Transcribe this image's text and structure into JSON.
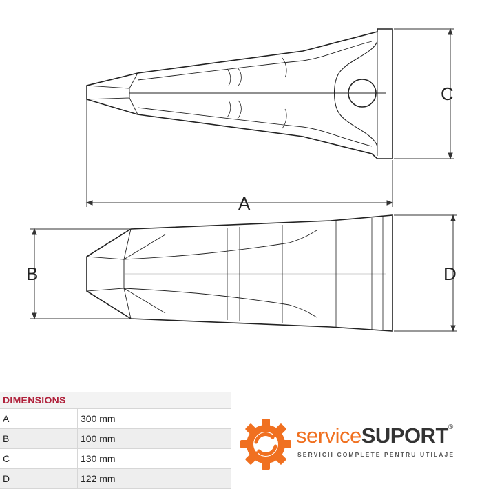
{
  "dimension_labels": {
    "a": "A",
    "b": "B",
    "c": "C",
    "d": "D"
  },
  "table": {
    "header": "DIMENSIONS",
    "rows": [
      {
        "key": "A",
        "value": "300 mm"
      },
      {
        "key": "B",
        "value": "100 mm"
      },
      {
        "key": "C",
        "value": "130 mm"
      },
      {
        "key": "D",
        "value": "122 mm"
      }
    ]
  },
  "logo": {
    "brand_part1": "service",
    "brand_part2": "SUPORT",
    "registered": "®",
    "tagline": "SERVICII COMPLETE PENTRU UTILAJE",
    "icon": "gear-wrench-icon"
  },
  "colors": {
    "table_header": "#b0203a",
    "logo_orange": "#f07020",
    "logo_dark": "#333333"
  }
}
